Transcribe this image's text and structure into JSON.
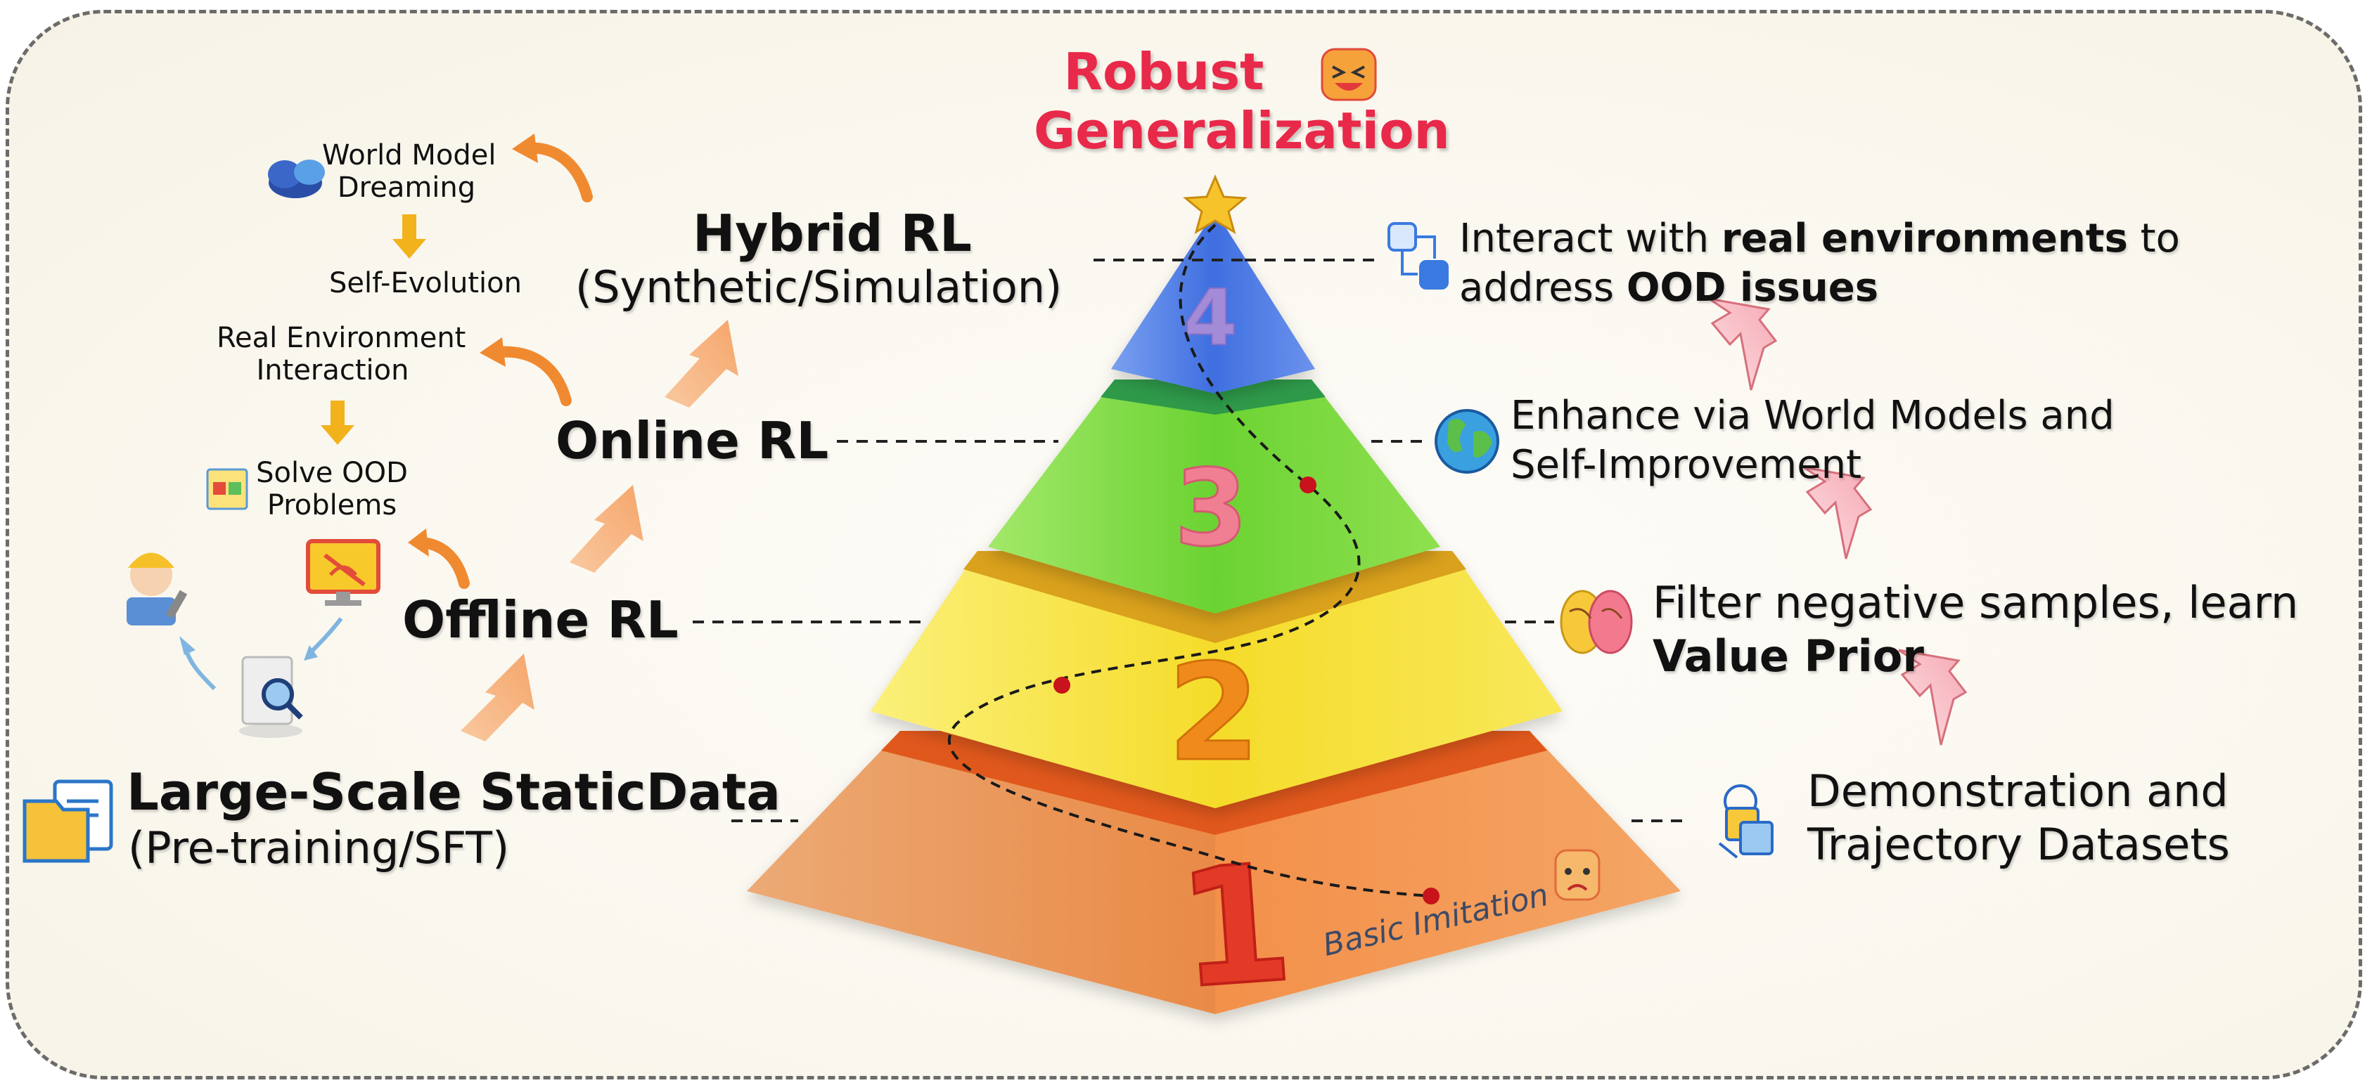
{
  "title": {
    "line1": "Robust",
    "line2": "Generalization"
  },
  "tiers": [
    {
      "number": "1",
      "title": "Large-Scale StaticData",
      "subtitle": "(Pre-training/SFT)",
      "description_line1": "Demonstration and",
      "description_line2": "Trajectory Datasets",
      "color": "#f29a45"
    },
    {
      "number": "2",
      "title": "Offline RL",
      "description_line1": "Filter negative samples, learn",
      "description_line2": "Value Prior",
      "color": "#f6e03a"
    },
    {
      "number": "3",
      "title": "Online RL",
      "description_line1": "Enhance via World Models and",
      "description_line2": "Self-Improvement",
      "color": "#7fd83a"
    },
    {
      "number": "4",
      "title": "Hybrid RL",
      "subtitle": "(Synthetic/Simulation)",
      "description_pre": "Interact with ",
      "description_bold": "real environments",
      "description_post": " to",
      "description_line2_pre": "address ",
      "description_line2_bold": "OOD issues",
      "color": "#4a78e0"
    }
  ],
  "basic_imitation": "Basic Imitation",
  "flow": {
    "world_model_1": "World Model",
    "world_model_2": "Dreaming",
    "self_evolution": "Self-Evolution",
    "real_env_1": "Real Environment",
    "real_env_2": "Interaction",
    "solve_ood_1": "Solve OOD",
    "solve_ood_2": "Problems"
  },
  "icons": [
    "star-icon",
    "grin-emoji-icon",
    "sad-emoji-icon",
    "flowchart-icon",
    "globe-icon",
    "brain-icon",
    "dataset-icon",
    "document-folder-icon",
    "worker-icon",
    "search-icon",
    "warning-monitor-icon",
    "cloud-icon",
    "checklist-icon"
  ]
}
